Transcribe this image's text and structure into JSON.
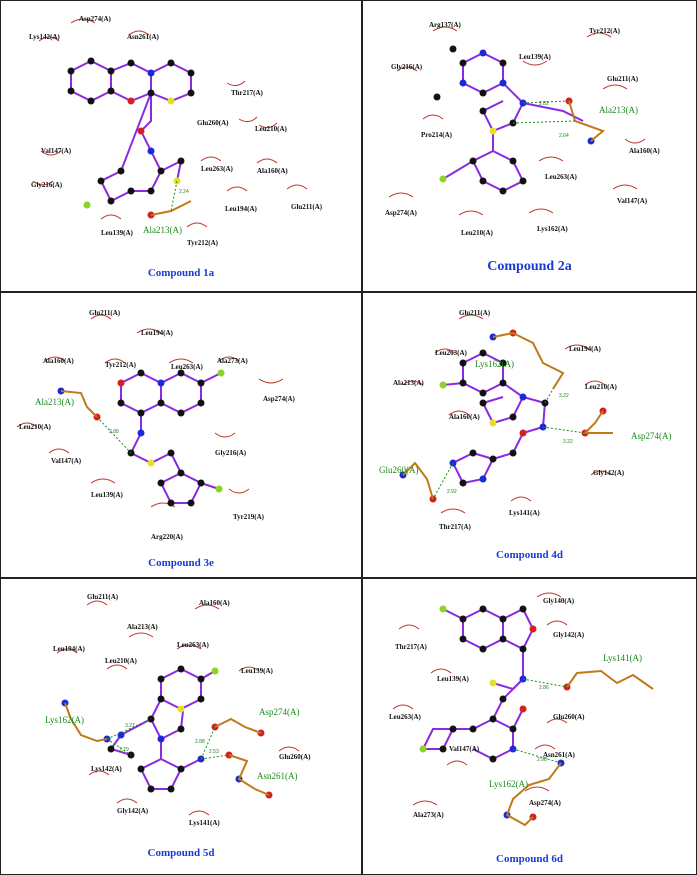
{
  "panels": [
    {
      "caption": "Compound 1a",
      "hydrophobic": [
        "Asp274(A)",
        "Lys142(A)",
        "Asn261(A)",
        "Thr217(A)",
        "Glu260(A)",
        "Leu210(A)",
        "Val147(A)",
        "Leu263(A)",
        "Ala160(A)",
        "Gly216(A)",
        "Leu194(A)",
        "Glu211(A)",
        "Leu139(A)",
        "Tyr212(A)"
      ],
      "hbond": [
        "Ala213(A)"
      ],
      "distances": [
        "2.24"
      ]
    },
    {
      "caption": "Compound 2a",
      "hydrophobic": [
        "Arg137(A)",
        "Tyr212(A)",
        "Leu139(A)",
        "Gly216(A)",
        "Glu211(A)",
        "Pro214(A)",
        "Ala160(A)",
        "Leu263(A)",
        "Val147(A)",
        "Asp274(A)",
        "Leu210(A)",
        "Lys162(A)"
      ],
      "hbond": [
        "Ala213(A)"
      ],
      "distances": [
        "2.82",
        "2.64"
      ]
    },
    {
      "caption": "Compound 3e",
      "hydrophobic": [
        "Glu211(A)",
        "Leu194(A)",
        "Ala160(A)",
        "Tyr212(A)",
        "Leu263(A)",
        "Ala273(A)",
        "Asp274(A)",
        "Leu210(A)",
        "Gly216(A)",
        "Val147(A)",
        "Leu139(A)",
        "Tyr219(A)",
        "Arg220(A)"
      ],
      "hbond": [
        "Ala213(A)"
      ],
      "distances": [
        "2.88"
      ]
    },
    {
      "caption": "Compound 4d",
      "hydrophobic": [
        "Glu211(A)",
        "Leu263(A)",
        "Leu194(A)",
        "Ala213(A)",
        "Leu210(A)",
        "Ala160(A)",
        "Gly142(A)",
        "Lys141(A)",
        "Thr217(A)"
      ],
      "hbond": [
        "Lys162(A)",
        "Asp274(A)",
        "Glu260(A)"
      ],
      "distances": [
        "3.22",
        "3.22",
        "2.92"
      ]
    },
    {
      "caption": "Compound 5d",
      "hydrophobic": [
        "Glu211(A)",
        "Ala160(A)",
        "Ala213(A)",
        "Leu194(A)",
        "Leu263(A)",
        "Leu210(A)",
        "Leu139(A)",
        "Lys142(A)",
        "Glu260(A)",
        "Gly142(A)",
        "Lys141(A)"
      ],
      "hbond": [
        "Lys162(A)",
        "Asp274(A)",
        "Asn261(A)"
      ],
      "distances": [
        "3.27",
        "2.79",
        "2.88",
        "2.53"
      ]
    },
    {
      "caption": "Compound 6d",
      "hydrophobic": [
        "Gly140(A)",
        "Thr217(A)",
        "Gly142(A)",
        "Leu139(A)",
        "Leu263(A)",
        "Glu260(A)",
        "Asn261(A)",
        "Val147(A)",
        "Asp274(A)",
        "Ala273(A)"
      ],
      "hbond": [
        "Lys141(A)",
        "Lys162(A)"
      ],
      "distances": [
        "2.86",
        "2.98"
      ]
    }
  ]
}
